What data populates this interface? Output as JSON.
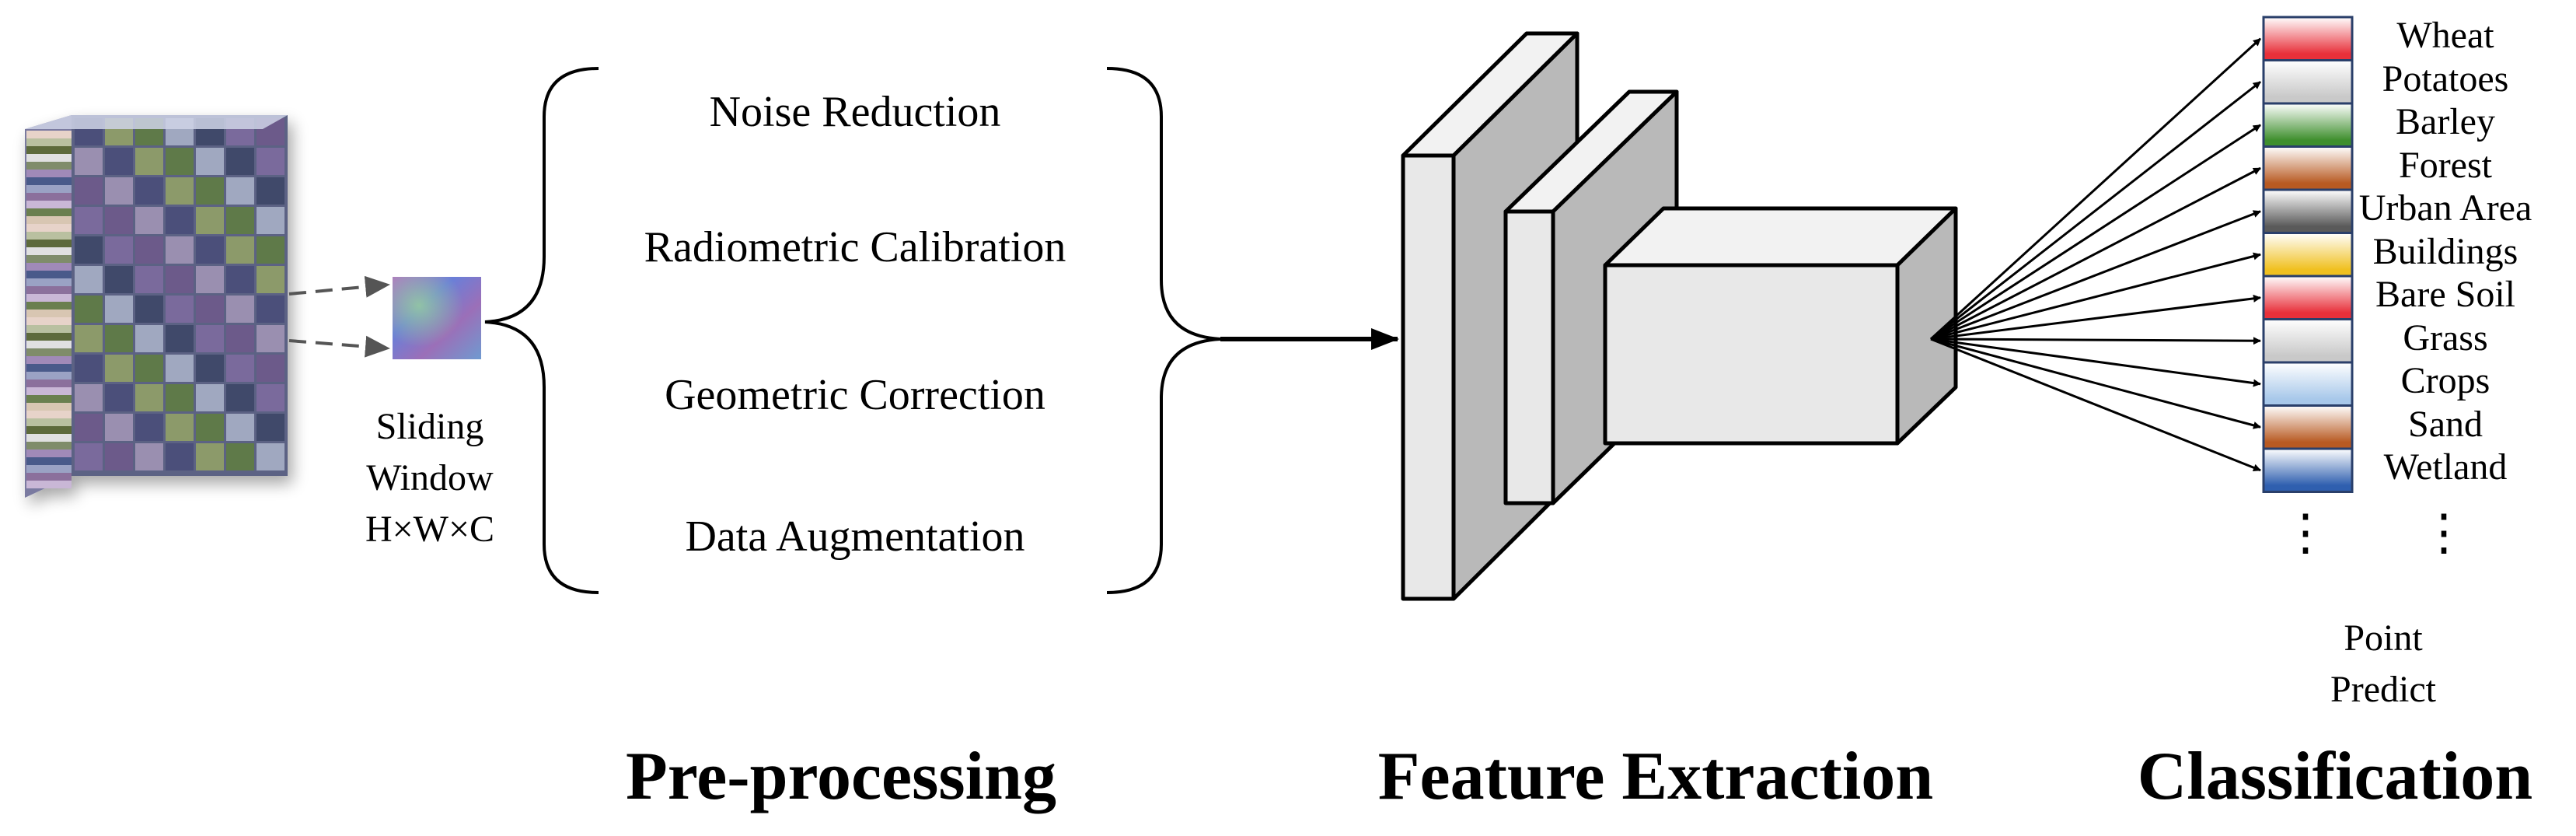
{
  "window": {
    "lines": [
      "Sliding",
      "Window",
      "H×W×C"
    ]
  },
  "preprocessing": {
    "steps": [
      "Noise Reduction",
      "Radiometric Calibration",
      "Geometric Correction",
      "Data Augmentation"
    ]
  },
  "classification": {
    "classes": [
      {
        "label": "Wheat",
        "color": "#e8303a"
      },
      {
        "label": "Potatoes",
        "color": "#c9c9c9"
      },
      {
        "label": "Barley",
        "color": "#3f8f2e"
      },
      {
        "label": "Forest",
        "color": "#b85a22"
      },
      {
        "label": "Urban Area",
        "color": "#5a5a5a"
      },
      {
        "label": "Buildings",
        "color": "#f0c020"
      },
      {
        "label": "Bare Soil",
        "color": "#e8303a"
      },
      {
        "label": "Grass",
        "color": "#c9c9c9"
      },
      {
        "label": "Crops",
        "color": "#a8c8ea"
      },
      {
        "label": "Sand",
        "color": "#b85a22"
      },
      {
        "label": "Wetland",
        "color": "#2f5faf"
      }
    ],
    "continuation": "⋮",
    "output_lines": [
      "Point",
      "Predict"
    ]
  },
  "stages": [
    "Pre-processing",
    "Feature Extraction",
    "Classification"
  ]
}
